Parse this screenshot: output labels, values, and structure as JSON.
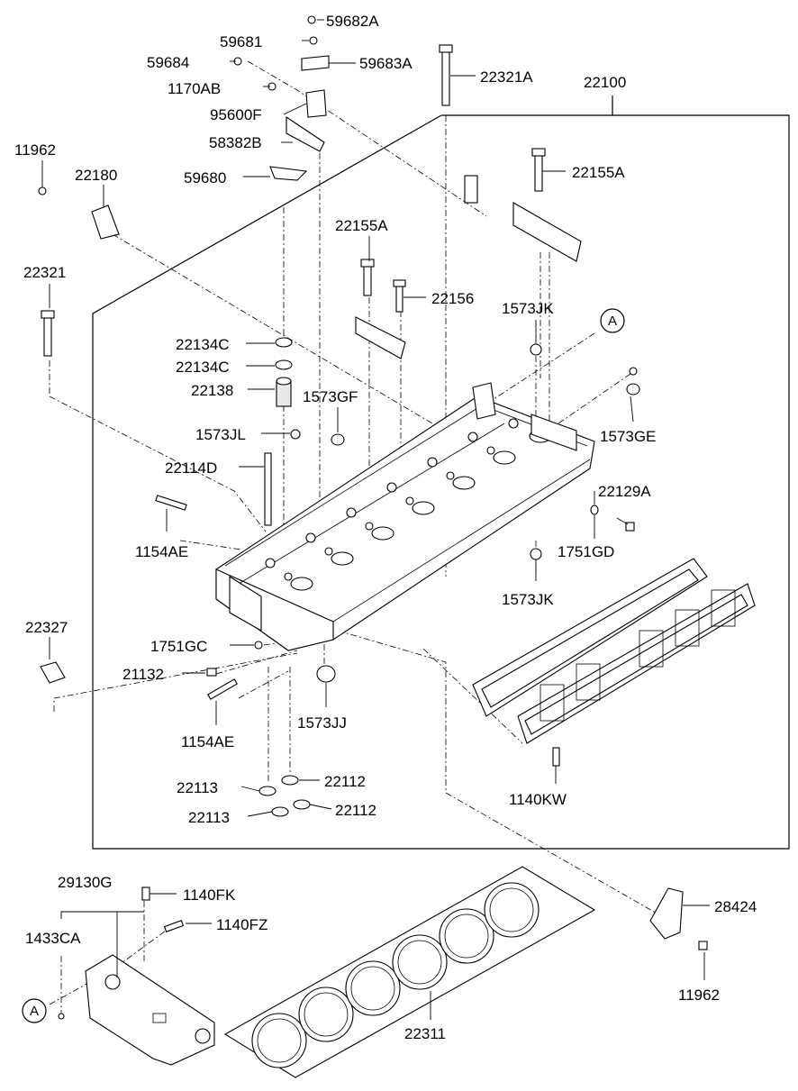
{
  "diagram": {
    "labels": {
      "p59682A": "59682A",
      "p59681": "59681",
      "p59684": "59684",
      "p59683A": "59683A",
      "p1170AB": "1170AB",
      "p22321A": "22321A",
      "p22100": "22100",
      "p95600F": "95600F",
      "p58382B": "58382B",
      "p11962_top": "11962",
      "p22180": "22180",
      "p59680": "59680",
      "p22155A_right": "22155A",
      "p22155A_mid": "22155A",
      "p22321": "22321",
      "p22156": "22156",
      "p1573JK_top": "1573JK",
      "p22134C_a": "22134C",
      "p22134C_b": "22134C",
      "p22138": "22138",
      "p1573GF": "1573GF",
      "p1573GE": "1573GE",
      "p1573JL": "1573JL",
      "p22114D": "22114D",
      "p22129A": "22129A",
      "p1154AE_top": "1154AE",
      "p1751GD": "1751GD",
      "p1573JK_bottom": "1573JK",
      "p22327": "22327",
      "p1751GC": "1751GC",
      "p21132": "21132",
      "p1154AE_bottom": "1154AE",
      "p1573JJ": "1573JJ",
      "p22113_a": "22113",
      "p22112_a": "22112",
      "p22113_b": "22113",
      "p22112_b": "22112",
      "p1140KW": "1140KW",
      "p29130G": "29130G",
      "p1140FK": "1140FK",
      "p1433CA": "1433CA",
      "p1140FZ": "1140FZ",
      "p28424": "28424",
      "p11962_bottom": "11962",
      "p22311": "22311"
    },
    "callouts": {
      "a_top": "A",
      "a_bottom": "A"
    }
  }
}
